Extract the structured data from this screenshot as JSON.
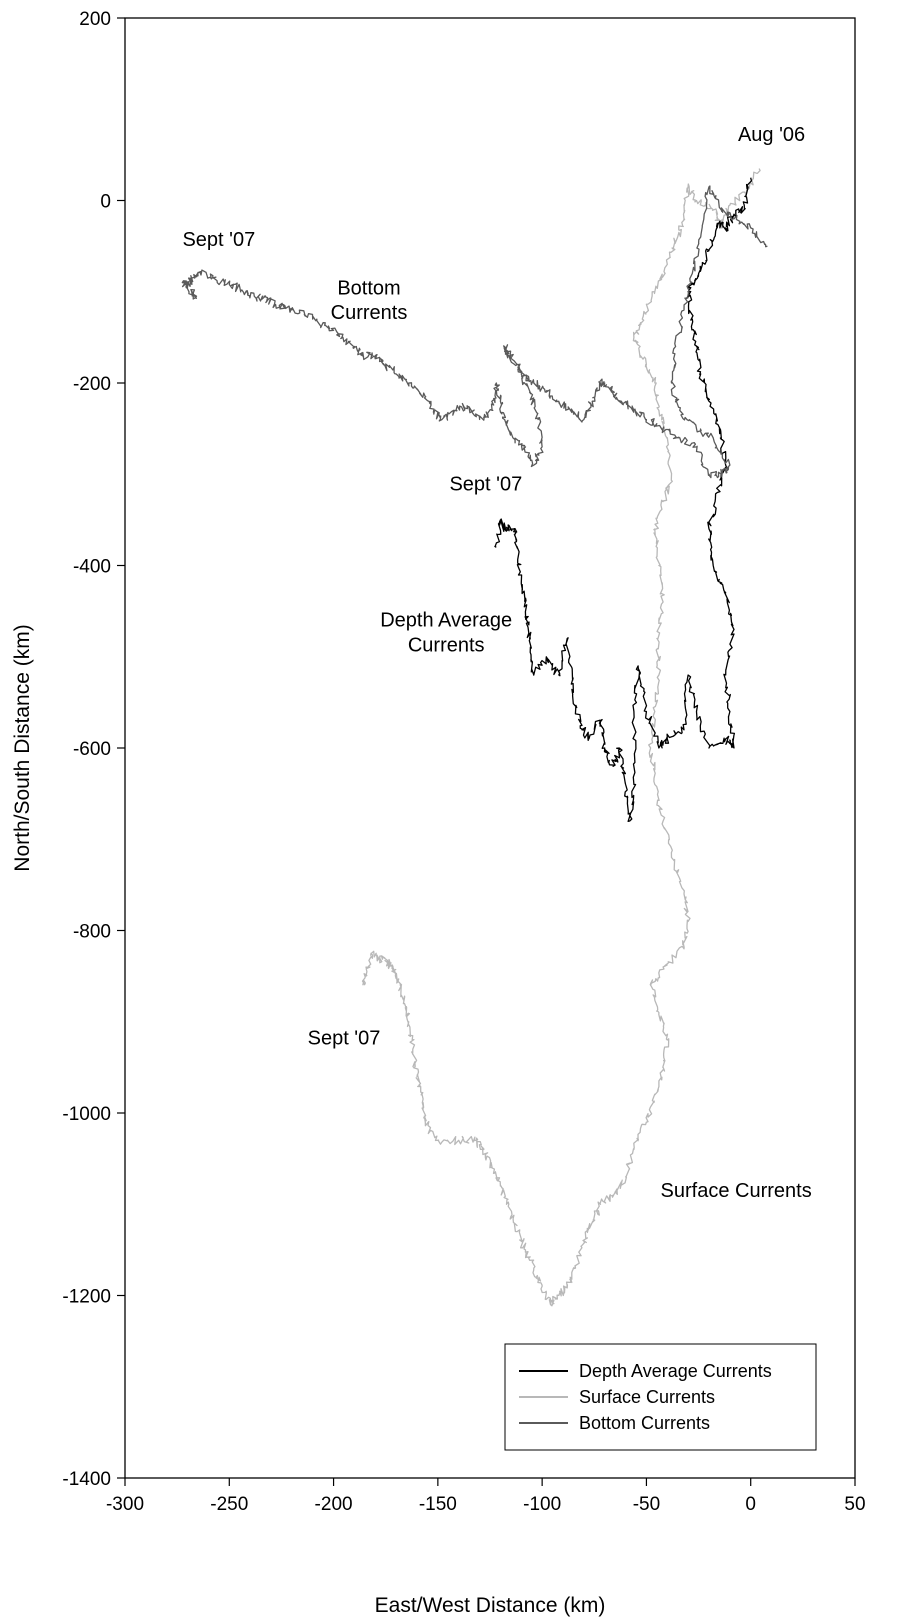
{
  "chart_data": {
    "type": "line",
    "title": "",
    "xlabel": "East/West Distance (km)",
    "ylabel": "North/South Distance (km)",
    "xlim": [
      -300,
      50
    ],
    "ylim": [
      -1400,
      200
    ],
    "xticks": [
      -300,
      -250,
      -200,
      -150,
      -100,
      -50,
      0,
      50
    ],
    "yticks": [
      200,
      0,
      -200,
      -400,
      -600,
      -800,
      -1000,
      -1200,
      -1400
    ],
    "grid": false,
    "legend": {
      "placement": "bottom-right"
    },
    "series": [
      {
        "name": "Depth Average Currents",
        "color": "#000000",
        "points": [
          [
            0,
            25
          ],
          [
            -3,
            -10
          ],
          [
            -8,
            -15
          ],
          [
            -12,
            -30
          ],
          [
            -16,
            -25
          ],
          [
            -20,
            -55
          ],
          [
            -25,
            -80
          ],
          [
            -30,
            -100
          ],
          [
            -28,
            -130
          ],
          [
            -26,
            -160
          ],
          [
            -24,
            -190
          ],
          [
            -20,
            -220
          ],
          [
            -15,
            -250
          ],
          [
            -12,
            -290
          ],
          [
            -16,
            -320
          ],
          [
            -20,
            -360
          ],
          [
            -18,
            -400
          ],
          [
            -12,
            -430
          ],
          [
            -8,
            -470
          ],
          [
            -12,
            -520
          ],
          [
            -10,
            -560
          ],
          [
            -8,
            -600
          ],
          [
            -12,
            -590
          ],
          [
            -20,
            -600
          ],
          [
            -26,
            -560
          ],
          [
            -30,
            -520
          ],
          [
            -32,
            -580
          ],
          [
            -40,
            -590
          ],
          [
            -44,
            -600
          ],
          [
            -50,
            -560
          ],
          [
            -54,
            -510
          ],
          [
            -56,
            -560
          ],
          [
            -56,
            -640
          ],
          [
            -58,
            -680
          ],
          [
            -60,
            -640
          ],
          [
            -63,
            -600
          ],
          [
            -66,
            -620
          ],
          [
            -70,
            -600
          ],
          [
            -72,
            -570
          ],
          [
            -78,
            -590
          ],
          [
            -82,
            -570
          ],
          [
            -86,
            -530
          ],
          [
            -88,
            -480
          ],
          [
            -92,
            -520
          ],
          [
            -98,
            -500
          ],
          [
            -104,
            -520
          ],
          [
            -106,
            -480
          ],
          [
            -108,
            -450
          ],
          [
            -110,
            -420
          ],
          [
            -112,
            -380
          ],
          [
            -113,
            -360
          ],
          [
            -118,
            -360
          ],
          [
            -120,
            -350
          ],
          [
            -122,
            -380
          ]
        ]
      },
      {
        "name": "Surface Currents",
        "color": "#b8b8b8",
        "points": [
          [
            4,
            35
          ],
          [
            -2,
            10
          ],
          [
            -10,
            -5
          ],
          [
            -14,
            -30
          ],
          [
            -18,
            -10
          ],
          [
            -26,
            0
          ],
          [
            -30,
            15
          ],
          [
            -32,
            -20
          ],
          [
            -35,
            -40
          ],
          [
            -40,
            -70
          ],
          [
            -46,
            -100
          ],
          [
            -52,
            -130
          ],
          [
            -56,
            -150
          ],
          [
            -50,
            -180
          ],
          [
            -46,
            -200
          ],
          [
            -44,
            -230
          ],
          [
            -40,
            -260
          ],
          [
            -38,
            -300
          ],
          [
            -42,
            -330
          ],
          [
            -46,
            -360
          ],
          [
            -44,
            -400
          ],
          [
            -42,
            -440
          ],
          [
            -45,
            -480
          ],
          [
            -44,
            -520
          ],
          [
            -46,
            -560
          ],
          [
            -48,
            -600
          ],
          [
            -46,
            -640
          ],
          [
            -42,
            -680
          ],
          [
            -38,
            -720
          ],
          [
            -32,
            -760
          ],
          [
            -30,
            -790
          ],
          [
            -32,
            -820
          ],
          [
            -42,
            -840
          ],
          [
            -48,
            -860
          ],
          [
            -44,
            -890
          ],
          [
            -40,
            -920
          ],
          [
            -42,
            -950
          ],
          [
            -46,
            -980
          ],
          [
            -50,
            -1010
          ],
          [
            -56,
            -1040
          ],
          [
            -60,
            -1070
          ],
          [
            -66,
            -1090
          ],
          [
            -72,
            -1100
          ],
          [
            -76,
            -1120
          ],
          [
            -80,
            -1140
          ],
          [
            -84,
            -1170
          ],
          [
            -88,
            -1190
          ],
          [
            -92,
            -1200
          ],
          [
            -96,
            -1210
          ],
          [
            -100,
            -1190
          ],
          [
            -104,
            -1170
          ],
          [
            -108,
            -1150
          ],
          [
            -112,
            -1130
          ],
          [
            -116,
            -1100
          ],
          [
            -120,
            -1080
          ],
          [
            -124,
            -1060
          ],
          [
            -128,
            -1040
          ],
          [
            -132,
            -1030
          ],
          [
            -140,
            -1030
          ],
          [
            -150,
            -1030
          ],
          [
            -156,
            -1010
          ],
          [
            -158,
            -980
          ],
          [
            -160,
            -960
          ],
          [
            -162,
            -930
          ],
          [
            -164,
            -900
          ],
          [
            -166,
            -880
          ],
          [
            -168,
            -860
          ],
          [
            -170,
            -850
          ],
          [
            -172,
            -840
          ],
          [
            -174,
            -835
          ],
          [
            -178,
            -830
          ],
          [
            -182,
            -825
          ],
          [
            -184,
            -845
          ],
          [
            -186,
            -860
          ]
        ]
      },
      {
        "name": "Bottom Currents",
        "color": "#5a5a5a",
        "points": [
          [
            8,
            -50
          ],
          [
            0,
            -30
          ],
          [
            -8,
            -20
          ],
          [
            -14,
            -10
          ],
          [
            -20,
            15
          ],
          [
            -24,
            -40
          ],
          [
            -28,
            -80
          ],
          [
            -32,
            -120
          ],
          [
            -36,
            -160
          ],
          [
            -38,
            -200
          ],
          [
            -34,
            -230
          ],
          [
            -26,
            -250
          ],
          [
            -18,
            -260
          ],
          [
            -10,
            -290
          ],
          [
            -14,
            -300
          ],
          [
            -20,
            -300
          ],
          [
            -26,
            -270
          ],
          [
            -34,
            -260
          ],
          [
            -42,
            -250
          ],
          [
            -50,
            -240
          ],
          [
            -56,
            -230
          ],
          [
            -62,
            -220
          ],
          [
            -66,
            -210
          ],
          [
            -70,
            -200
          ],
          [
            -72,
            -200
          ],
          [
            -76,
            -220
          ],
          [
            -80,
            -240
          ],
          [
            -86,
            -230
          ],
          [
            -92,
            -220
          ],
          [
            -98,
            -210
          ],
          [
            -104,
            -200
          ],
          [
            -110,
            -190
          ],
          [
            -116,
            -170
          ],
          [
            -118,
            -160
          ],
          [
            -112,
            -180
          ],
          [
            -106,
            -210
          ],
          [
            -102,
            -240
          ],
          [
            -100,
            -270
          ],
          [
            -104,
            -290
          ],
          [
            -108,
            -270
          ],
          [
            -114,
            -260
          ],
          [
            -118,
            -240
          ],
          [
            -120,
            -220
          ],
          [
            -122,
            -200
          ],
          [
            -124,
            -230
          ],
          [
            -130,
            -240
          ],
          [
            -136,
            -225
          ],
          [
            -142,
            -230
          ],
          [
            -148,
            -240
          ],
          [
            -152,
            -230
          ],
          [
            -156,
            -215
          ],
          [
            -164,
            -200
          ],
          [
            -170,
            -190
          ],
          [
            -176,
            -180
          ],
          [
            -180,
            -170
          ],
          [
            -186,
            -170
          ],
          [
            -190,
            -160
          ],
          [
            -196,
            -150
          ],
          [
            -202,
            -140
          ],
          [
            -210,
            -130
          ],
          [
            -220,
            -120
          ],
          [
            -226,
            -115
          ],
          [
            -232,
            -110
          ],
          [
            -238,
            -105
          ],
          [
            -244,
            -98
          ],
          [
            -250,
            -92
          ],
          [
            -258,
            -85
          ],
          [
            -264,
            -78
          ],
          [
            -268,
            -85
          ],
          [
            -270,
            -92
          ],
          [
            -272,
            -88
          ],
          [
            -268,
            -100
          ],
          [
            -266,
            -106
          ]
        ]
      }
    ],
    "annotations": [
      {
        "text": "Aug '06",
        "x": 10,
        "y": 65
      },
      {
        "text": "Sept '07",
        "x": -255,
        "y": -50
      },
      {
        "text": "Bottom",
        "x": -183,
        "y": -103
      },
      {
        "text": "Currents",
        "x": -183,
        "y": -130
      },
      {
        "text": "Sept '07",
        "x": -127,
        "y": -318
      },
      {
        "text": "Depth Average",
        "x": -146,
        "y": -467
      },
      {
        "text": "Currents",
        "x": -146,
        "y": -494
      },
      {
        "text": "Sept '07",
        "x": -195,
        "y": -925
      },
      {
        "text": "Surface Currents",
        "x": -7,
        "y": -1092
      }
    ]
  }
}
